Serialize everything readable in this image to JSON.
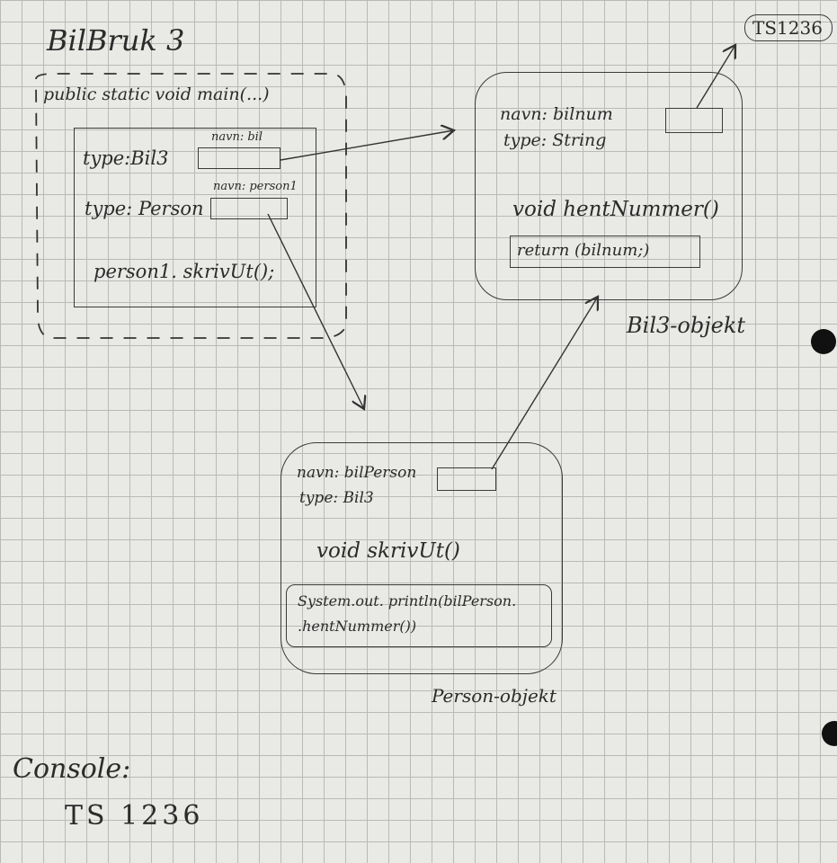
{
  "title": "BilBruk 3",
  "tag": "TS1236",
  "main_method": {
    "label": "public static void main(...)",
    "frame": {
      "var1_name_label": "navn: bil",
      "var1_type_label": "type:Bil3",
      "var2_name_label": "navn: person1",
      "var2_type_label": "type: Person",
      "statement": "person1. skrivUt();"
    }
  },
  "bil3_object": {
    "field_name_label": "navn: bilnum",
    "field_type_label": "type: String",
    "method_signature": "void hentNummer()",
    "method_body": "return (bilnum;)",
    "caption": "Bil3-objekt"
  },
  "person_object": {
    "field_name_label": "navn: bilPerson",
    "field_type_label": "type: Bil3",
    "method_signature": "void skrivUt()",
    "method_body_line1": "System.out. println(bilPerson.",
    "method_body_line2": ".hentNummer())",
    "caption": "Person-objekt"
  },
  "console": {
    "label": "Console:",
    "output": "TS 1236"
  },
  "colors": {
    "paper": "#e9e9e6",
    "grid": "#b9b9b6",
    "ink": "#2b2b2b"
  }
}
